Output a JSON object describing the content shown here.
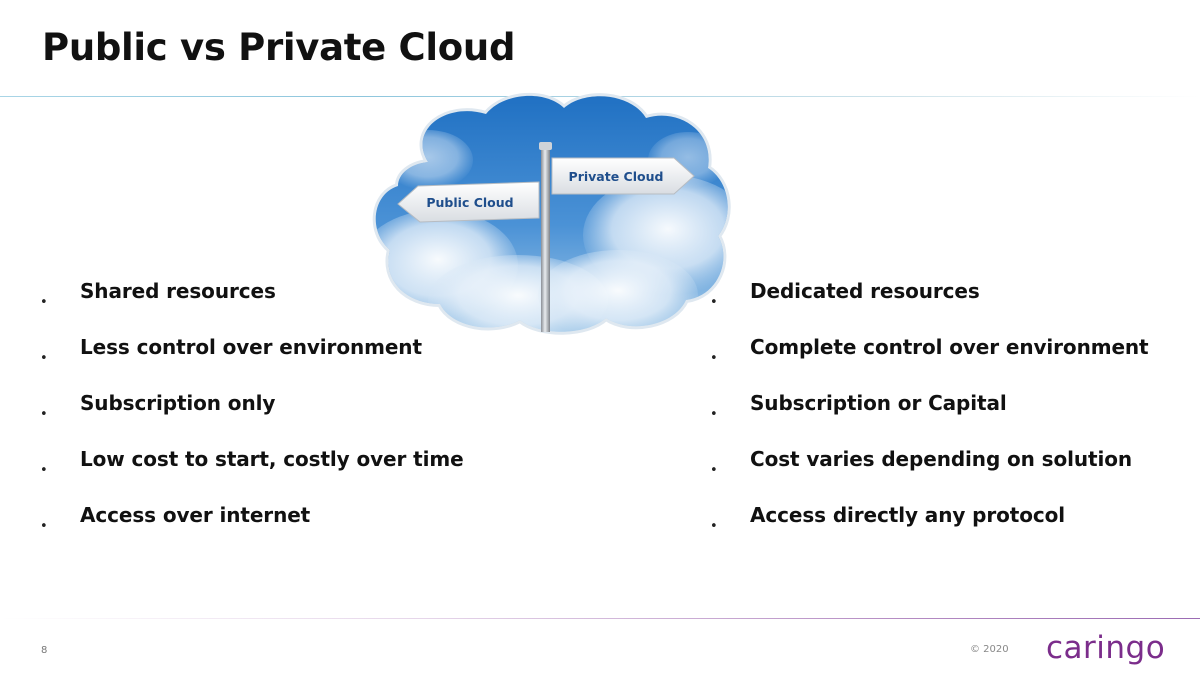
{
  "slide": {
    "title": "Public vs Private Cloud",
    "sign": {
      "public_label": "Public Cloud",
      "private_label": "Private Cloud"
    },
    "public_points": [
      "Shared resources",
      "Less control over environment",
      "Subscription only",
      "Low cost to start, costly over time",
      "Access over internet"
    ],
    "private_points": [
      "Dedicated resources",
      "Complete control over environment",
      "Subscription or Capital",
      "Cost varies depending on solution",
      "Access directly any protocol"
    ],
    "bullet_char": "•"
  },
  "footer": {
    "page_number": "8",
    "copyright": "© 2020",
    "logo_text": "caringo"
  },
  "colors": {
    "title": "#111111",
    "top_rule": "#8ec6dd",
    "bottom_rule": "#9b6bb3",
    "logo": "#7b2d8b",
    "sign_text": "#1f4e8c"
  }
}
